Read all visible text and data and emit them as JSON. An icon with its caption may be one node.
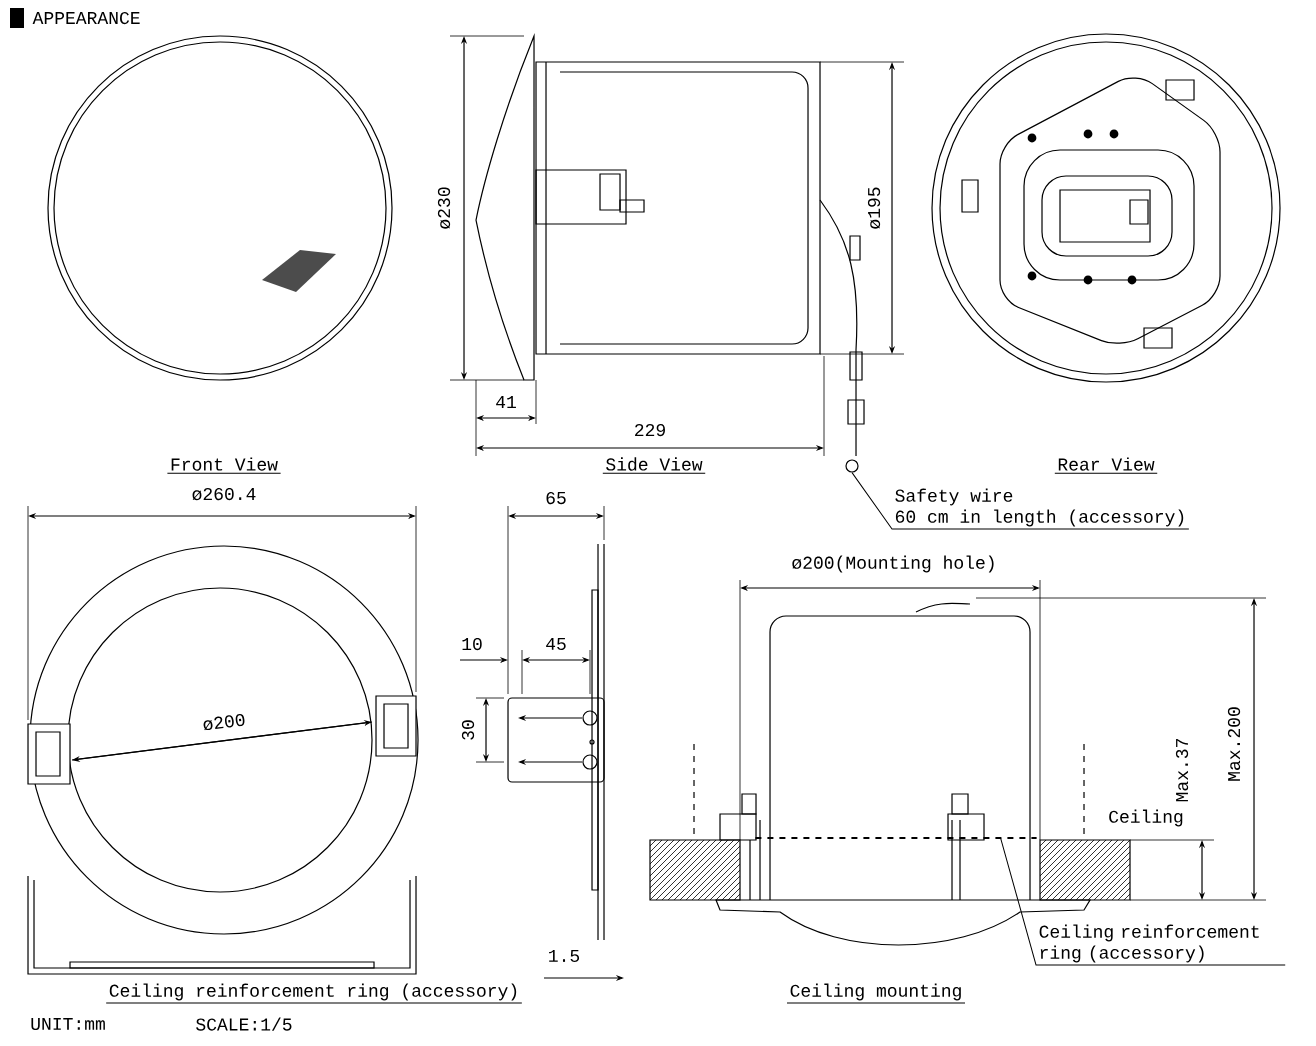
{
  "diagram": {
    "nodes": [
      {
        "text": [
          "Safety wire",
          "60 cm in length (accessory)"
        ]
      },
      {
        "text": [],
        "shape": "circle"
      },
      {
        "text": [
          "Ceiling reinforcement ring (accessory)"
        ]
      },
      {
        "text": [],
        "shape": "picture"
      }
    ],
    "edges": [
      {
        "from": 0,
        "to": 1,
        "arrow": "none"
      },
      {
        "from": 2,
        "to": 3,
        "arrow": "none"
      }
    ],
    "labels": [
      "APPEARANCE",
      "ø230",
      "ø195",
      "41",
      "229",
      "Front View",
      "Side View",
      "Rear View",
      "ø260.4",
      "65",
      "ø200(Mounting hole)",
      "10",
      "45",
      "ø200",
      "30",
      "Ceiling",
      "Max.37",
      "Max.200",
      "1.5",
      "Ceiling reinforcement ring (accessory)",
      "Ceiling mounting",
      "UNIT:mm",
      "SCALE:1/5"
    ]
  }
}
